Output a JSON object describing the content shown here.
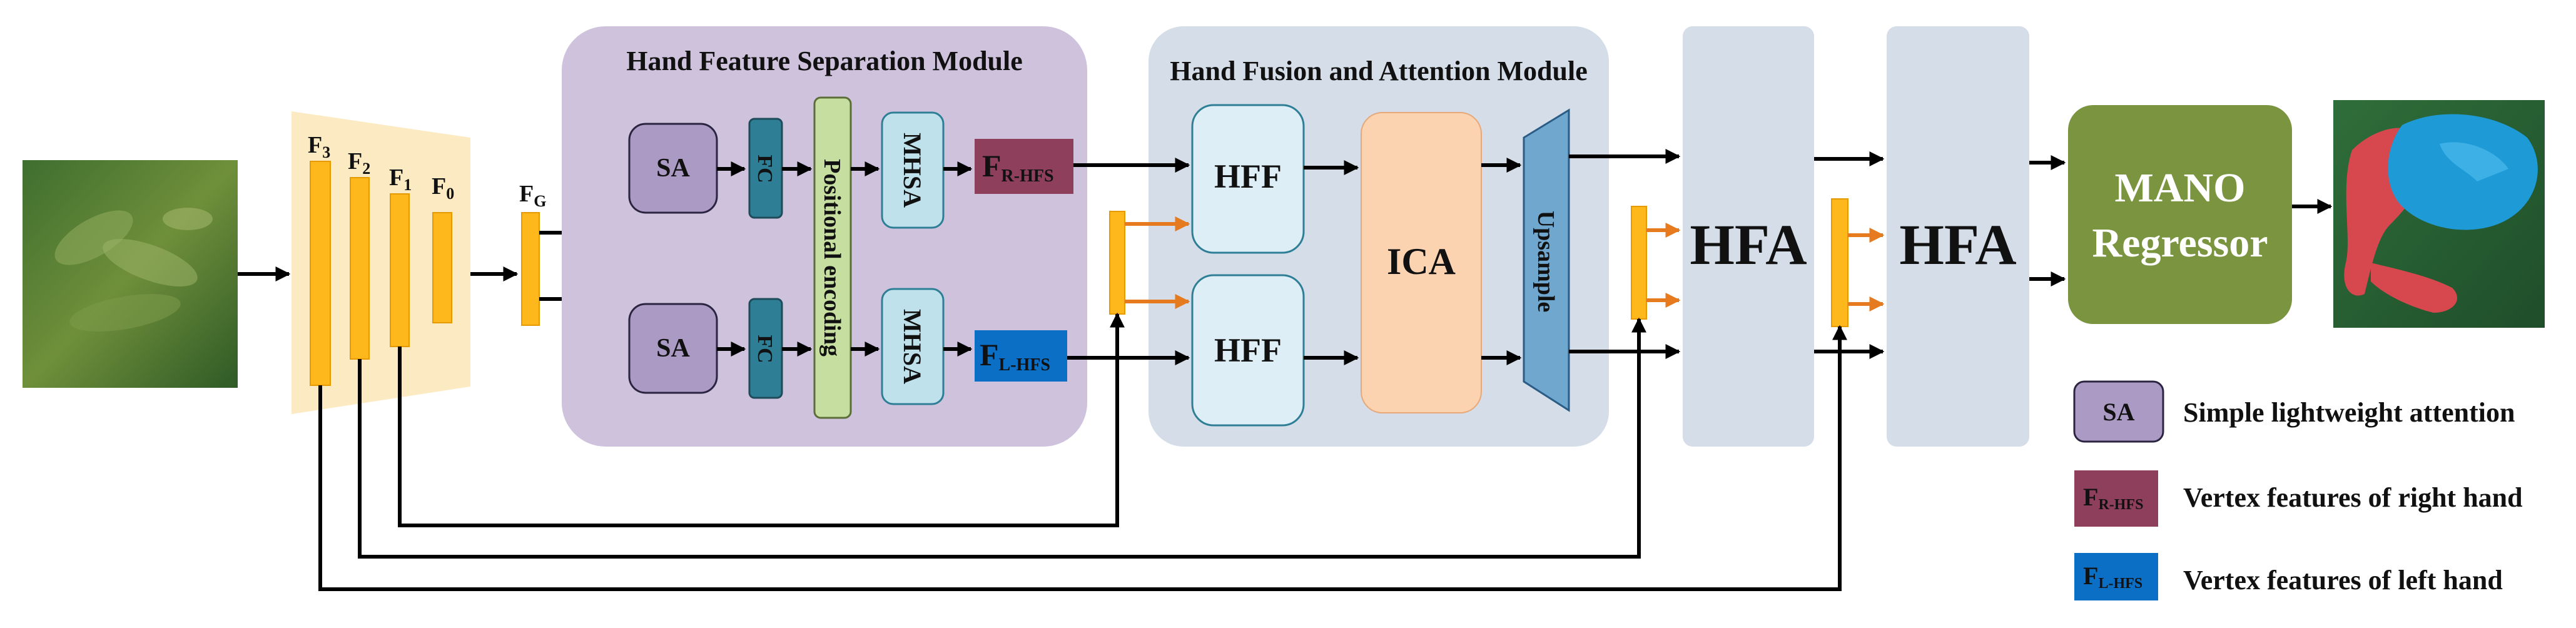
{
  "modules": {
    "hfs": {
      "title": "Hand Feature Separation Module"
    },
    "hfam": {
      "title": "Hand Fusion and Attention Module"
    }
  },
  "backbone": {
    "f3": {
      "main": "F",
      "sub": "3"
    },
    "f2": {
      "main": "F",
      "sub": "2"
    },
    "f1": {
      "main": "F",
      "sub": "1"
    },
    "f0": {
      "main": "F",
      "sub": "0"
    },
    "fg": {
      "main": "F",
      "sub": "G"
    }
  },
  "blocks": {
    "sa": "SA",
    "fc": "FC",
    "pos_enc": "Positional encoding",
    "mhsa": "MHSA",
    "fr": {
      "main": "F",
      "sub": "R-HFS"
    },
    "fl": {
      "main": "F",
      "sub": "L-HFS"
    },
    "hff": "HFF",
    "ica": "ICA",
    "upsample": "Upsample",
    "hfa": "HFA",
    "mano_line1": "MANO",
    "mano_line2": "Regressor"
  },
  "legend": {
    "sa": {
      "key": "SA",
      "text": "Simple lightweight attention"
    },
    "fr": {
      "key_main": "F",
      "key_sub": "R-HFS",
      "text": "Vertex features of  right hand"
    },
    "fl": {
      "key_main": "F",
      "key_sub": "L-HFS",
      "text": "Vertex features of  left hand"
    }
  },
  "colors": {
    "yellow_bar": "#FFB81C",
    "backbone_bg": "#FCEBC2",
    "hfs_bg": "#CEC2DD",
    "hfam_bg": "#D4DDE8",
    "hfa_bg": "#D4DDE8",
    "sa": "#AA9AC4",
    "fc": "#2E7E96",
    "pos_enc": "#C6DEA0",
    "mhsa": "#BEE1EC",
    "fr": "#8D3F5B",
    "fl": "#0B6FC6",
    "hff": "#DDEEF6",
    "ica": "#FBD3B1",
    "upsample": "#6FA7CF",
    "mano": "#7A9440",
    "orange_arrow": "#E57A1F"
  }
}
